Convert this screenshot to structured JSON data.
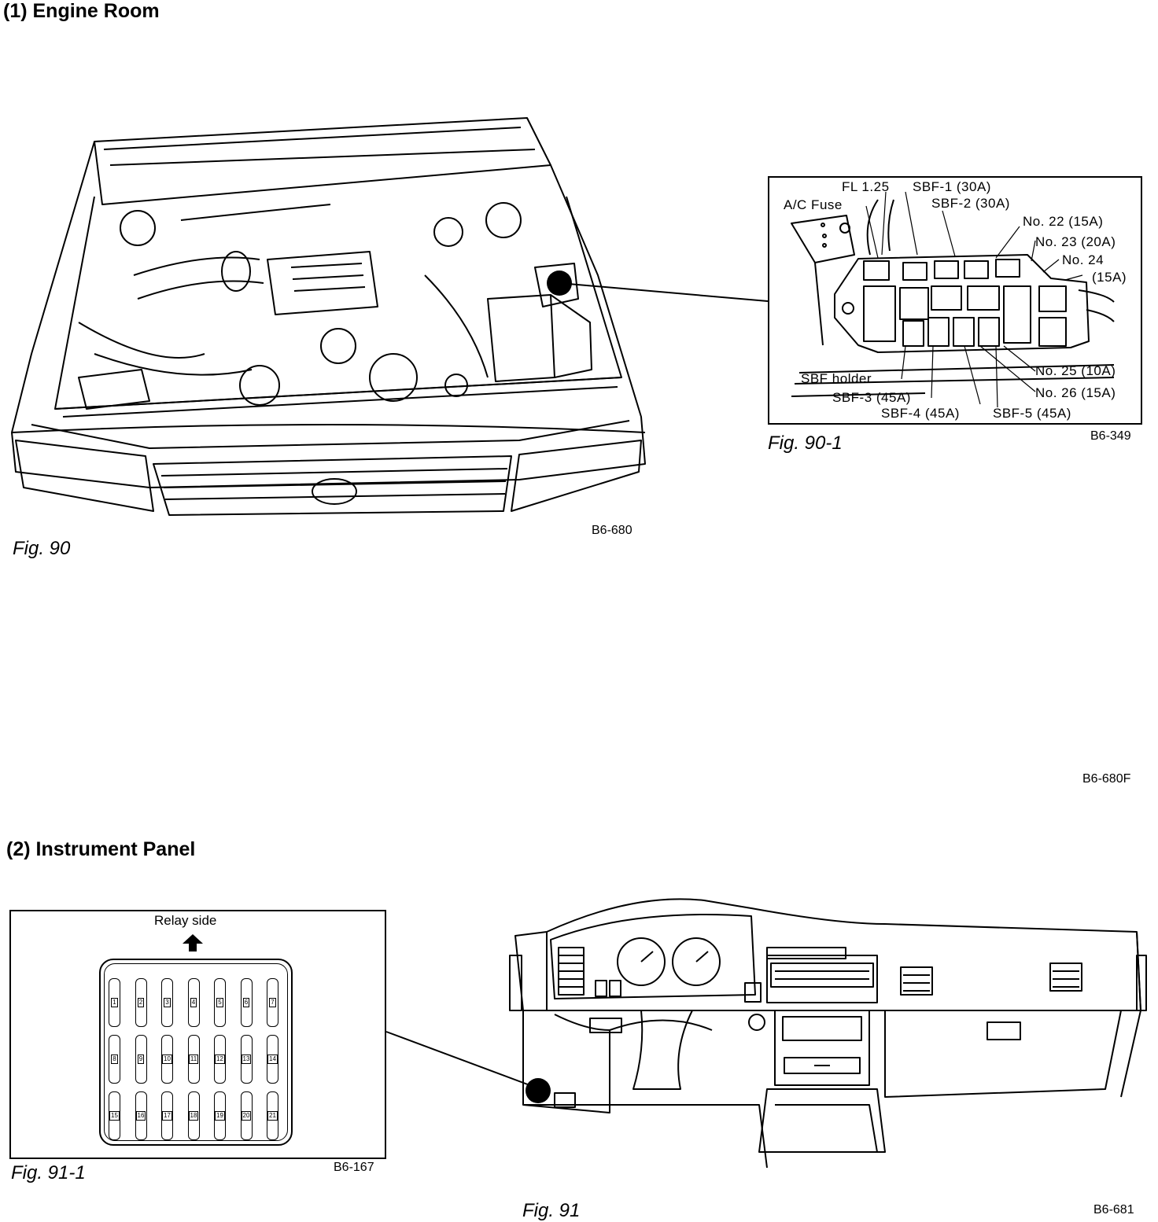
{
  "section1": {
    "heading": "(1)  Engine Room",
    "fig90": {
      "caption": "Fig. 90",
      "code": "B6-680"
    },
    "fig90_1": {
      "caption": "Fig. 90-1",
      "code": "B6-349",
      "labels": {
        "fl125": "FL 1.25",
        "sbf1": "SBF-1 (30A)",
        "ac_fuse": "A/C Fuse",
        "sbf2": "SBF-2 (30A)",
        "no22": "No. 22 (15A)",
        "no23": "No. 23 (20A)",
        "no24": "No. 24",
        "no24_amp": "(15A)",
        "no25": "No. 25 (10A)",
        "sbf_holder": "SBF holder",
        "sbf3": "SBF-3 (45A)",
        "no26": "No. 26 (15A)",
        "sbf4": "SBF-4 (45A)",
        "sbf5": "SBF-5 (45A)"
      }
    },
    "section_code": "B6-680F"
  },
  "section2": {
    "heading": "(2)  Instrument Panel",
    "fig91_1": {
      "caption": "Fig. 91-1",
      "code": "B6-167",
      "relay_side": "Relay side",
      "fuse_numbers": [
        "1",
        "2",
        "3",
        "4",
        "5",
        "6",
        "7",
        "8",
        "9",
        "10",
        "11",
        "12",
        "13",
        "14",
        "15",
        "16",
        "17",
        "18",
        "19",
        "20",
        "21"
      ]
    },
    "fig91": {
      "caption": "Fig. 91",
      "code": "B6-681"
    }
  }
}
